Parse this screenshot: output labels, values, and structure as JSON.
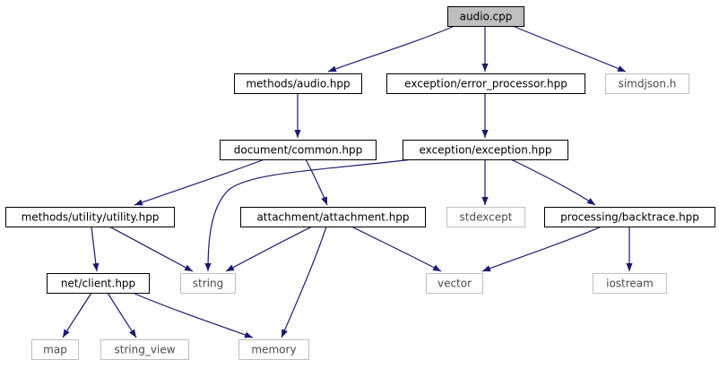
{
  "colors": {
    "edge": "#191970",
    "root_fill": "#bfbfbf",
    "local_border": "#000000",
    "system_border": "#bfbfbf",
    "background": "#ffffff"
  },
  "nodes": [
    {
      "id": "audio-cpp",
      "label": "audio.cpp",
      "kind": "root"
    },
    {
      "id": "methods-audio-hpp",
      "label": "methods/audio.hpp",
      "kind": "local"
    },
    {
      "id": "exception-error-processor-hpp",
      "label": "exception/error_processor.hpp",
      "kind": "local"
    },
    {
      "id": "simdjson-h",
      "label": "simdjson.h",
      "kind": "system"
    },
    {
      "id": "document-common-hpp",
      "label": "document/common.hpp",
      "kind": "local"
    },
    {
      "id": "exception-exception-hpp",
      "label": "exception/exception.hpp",
      "kind": "local"
    },
    {
      "id": "methods-utility-utility-hpp",
      "label": "methods/utility/utility.hpp",
      "kind": "local"
    },
    {
      "id": "attachment-attachment-hpp",
      "label": "attachment/attachment.hpp",
      "kind": "local"
    },
    {
      "id": "stdexcept",
      "label": "stdexcept",
      "kind": "system"
    },
    {
      "id": "processing-backtrace-hpp",
      "label": "processing/backtrace.hpp",
      "kind": "local"
    },
    {
      "id": "net-client-hpp",
      "label": "net/client.hpp",
      "kind": "local"
    },
    {
      "id": "string",
      "label": "string",
      "kind": "system"
    },
    {
      "id": "vector",
      "label": "vector",
      "kind": "system"
    },
    {
      "id": "iostream",
      "label": "iostream",
      "kind": "system"
    },
    {
      "id": "map",
      "label": "map",
      "kind": "system"
    },
    {
      "id": "string-view",
      "label": "string_view",
      "kind": "system"
    },
    {
      "id": "memory",
      "label": "memory",
      "kind": "system"
    }
  ],
  "edges": [
    {
      "from": "audio-cpp",
      "to": "methods-audio-hpp"
    },
    {
      "from": "audio-cpp",
      "to": "exception-error-processor-hpp"
    },
    {
      "from": "audio-cpp",
      "to": "simdjson-h"
    },
    {
      "from": "methods-audio-hpp",
      "to": "document-common-hpp"
    },
    {
      "from": "exception-error-processor-hpp",
      "to": "exception-exception-hpp"
    },
    {
      "from": "document-common-hpp",
      "to": "methods-utility-utility-hpp"
    },
    {
      "from": "document-common-hpp",
      "to": "attachment-attachment-hpp"
    },
    {
      "from": "exception-exception-hpp",
      "to": "string"
    },
    {
      "from": "exception-exception-hpp",
      "to": "stdexcept"
    },
    {
      "from": "exception-exception-hpp",
      "to": "processing-backtrace-hpp"
    },
    {
      "from": "methods-utility-utility-hpp",
      "to": "net-client-hpp"
    },
    {
      "from": "methods-utility-utility-hpp",
      "to": "string"
    },
    {
      "from": "attachment-attachment-hpp",
      "to": "string"
    },
    {
      "from": "attachment-attachment-hpp",
      "to": "vector"
    },
    {
      "from": "attachment-attachment-hpp",
      "to": "memory"
    },
    {
      "from": "processing-backtrace-hpp",
      "to": "vector"
    },
    {
      "from": "processing-backtrace-hpp",
      "to": "iostream"
    },
    {
      "from": "net-client-hpp",
      "to": "map"
    },
    {
      "from": "net-client-hpp",
      "to": "string-view"
    },
    {
      "from": "net-client-hpp",
      "to": "memory"
    }
  ]
}
